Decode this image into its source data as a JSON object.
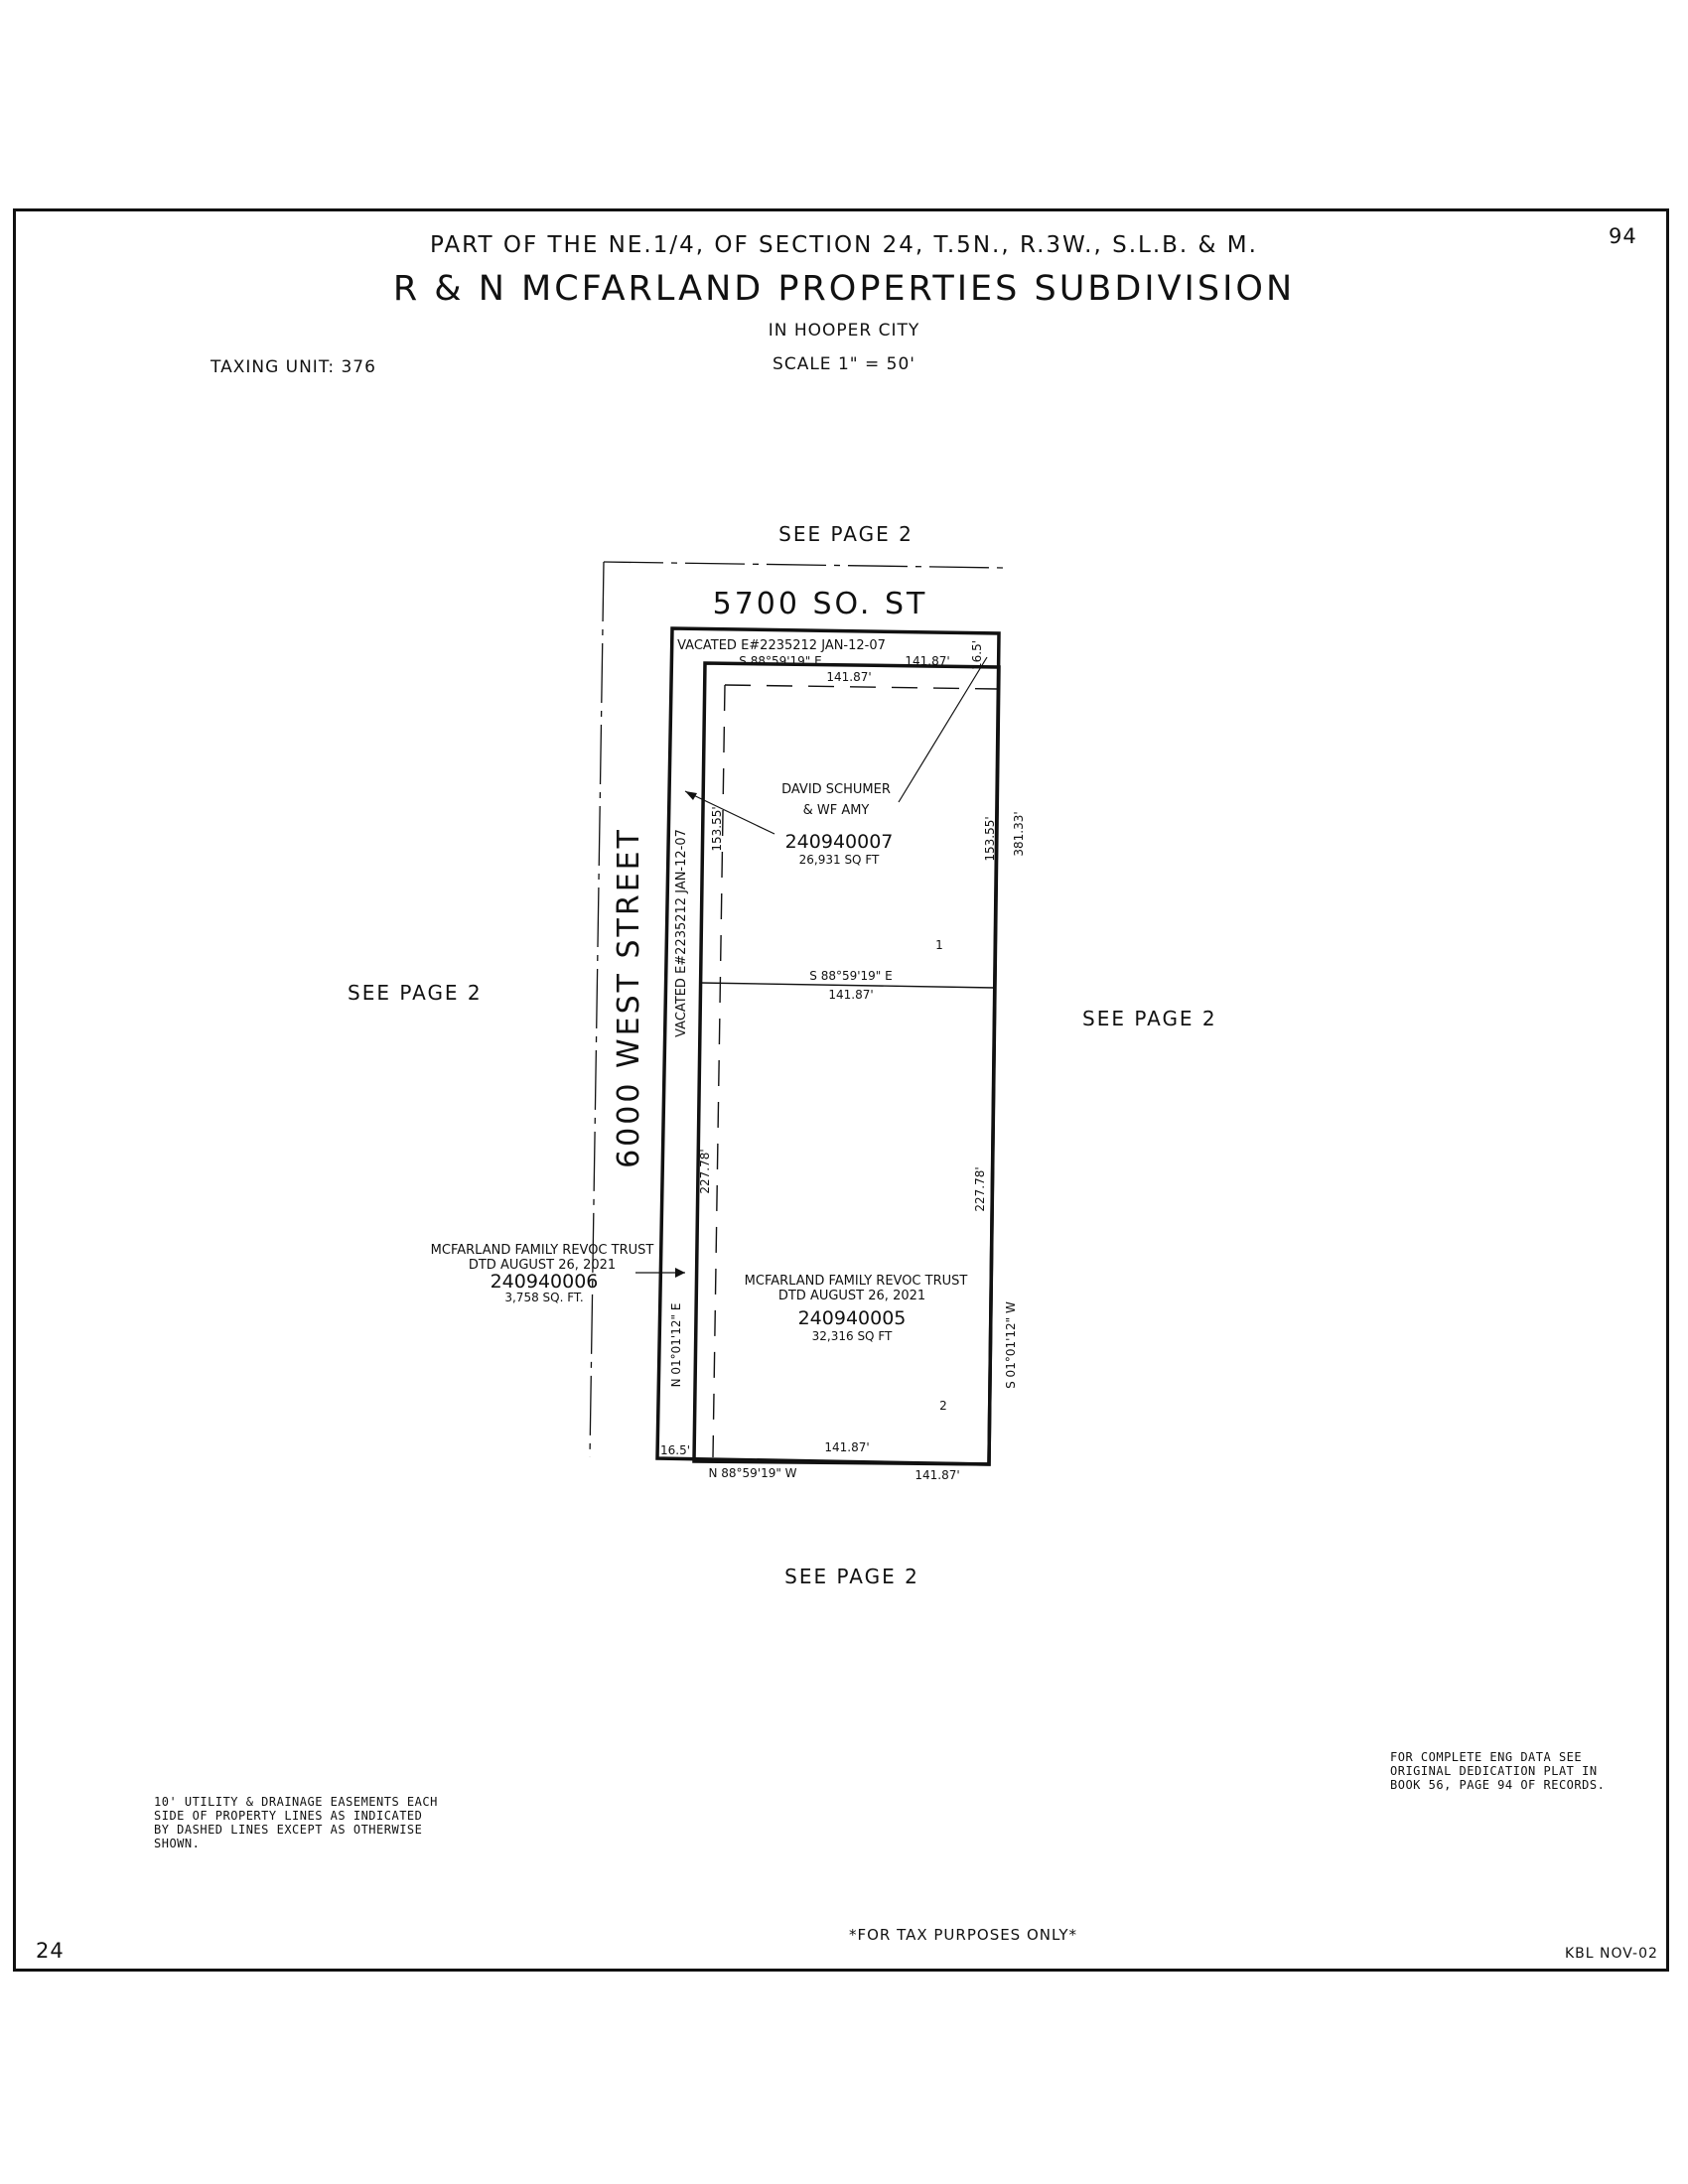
{
  "header": {
    "location": "PART OF THE NE.1/4, OF SECTION 24, T.5N., R.3W., S.L.B. & M.",
    "title": "R & N MCFARLAND PROPERTIES SUBDIVISION",
    "city": "IN HOOPER CITY",
    "scale": "SCALE 1\" = 50'",
    "taxing_unit": "TAXING UNIT: 376",
    "page_number": "94"
  },
  "see_page": {
    "north": "SEE PAGE 2",
    "south": "SEE PAGE 2",
    "west": "SEE PAGE 2",
    "east": "SEE PAGE 2"
  },
  "streets": {
    "north": "5700 SO. ST",
    "west": "6000 WEST STREET"
  },
  "vacated": {
    "north": "VACATED E#2235212 JAN-12-07",
    "west": "VACATED E#2235212 JAN-12-07"
  },
  "dimensions": {
    "top_bearing": "S 88°59'19\" E",
    "top_dist_outer": "141.87'",
    "top_dist_inner": "141.87'",
    "top_width": "16.5'",
    "lot1_west": "153.55'",
    "lot1_east": "153.55'",
    "east_total": "381.33'",
    "mid_bearing": "S 88°59'19\" E",
    "mid_dist": "141.87'",
    "lot2_west": "227.78'",
    "lot2_east": "227.78'",
    "west_bearing": "N 01°01'12\" E",
    "east_bearing": "S 01°01'12\" W",
    "bottom_width": "16.5'",
    "bottom_bearing": "N 88°59'19\" W",
    "bottom_dist_inner": "141.87'",
    "bottom_dist_outer": "141.87'"
  },
  "parcels": {
    "lot1": {
      "owner1": "DAVID SCHUMER",
      "owner2": "& WF AMY",
      "id": "240940007",
      "area": "26,931 SQ FT",
      "lot": "1"
    },
    "lot2": {
      "owner1": "MCFARLAND FAMILY REVOC TRUST",
      "owner2": "DTD AUGUST 26, 2021",
      "id": "240940005",
      "area": "32,316 SQ FT",
      "lot": "2"
    },
    "strip": {
      "owner1": "MCFARLAND FAMILY REVOC TRUST",
      "owner2": "DTD AUGUST 26, 2021",
      "id": "240940006",
      "area": "3,758 SQ. FT."
    }
  },
  "notes": {
    "easement": [
      "10' UTILITY & DRAINAGE EASEMENTS EACH",
      "SIDE OF PROPERTY LINES AS INDICATED",
      "BY DASHED LINES EXCEPT AS OTHERWISE",
      "SHOWN."
    ],
    "eng_data": [
      "FOR COMPLETE ENG DATA SEE",
      "ORIGINAL DEDICATION PLAT IN",
      "BOOK 56, PAGE 94 OF RECORDS."
    ]
  },
  "footer": {
    "tax_note": "*FOR TAX PURPOSES ONLY*",
    "section": "24",
    "drafter": "KBL NOV-02"
  }
}
